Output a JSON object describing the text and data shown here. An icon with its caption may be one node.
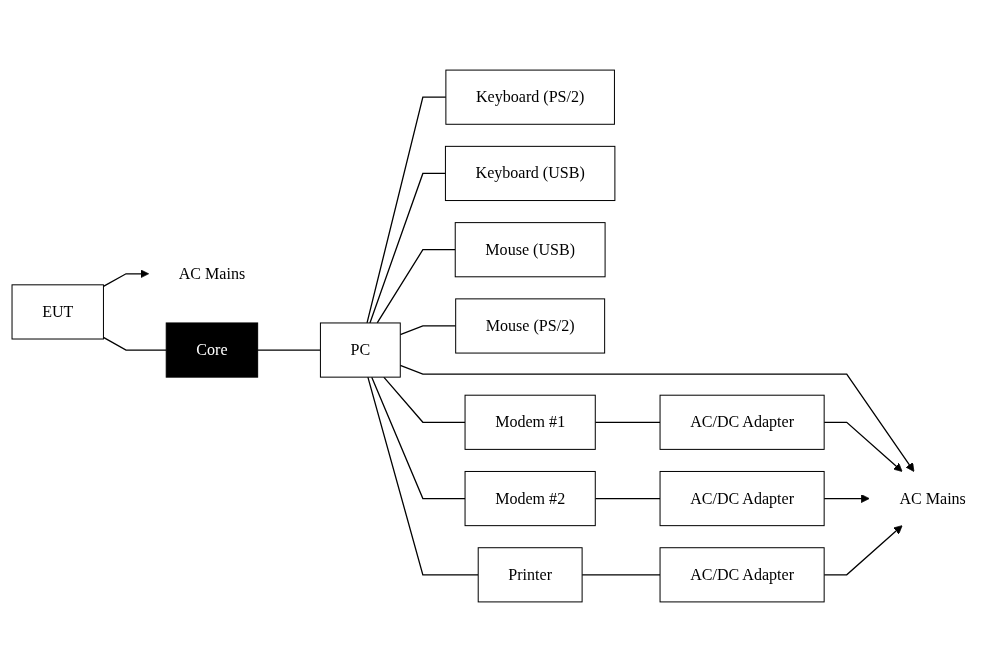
{
  "diagram": {
    "nodes": [
      {
        "text": [
          "AC Mains"
        ]
      },
      {
        "text": [
          "EUT"
        ]
      },
      {
        "text": [
          "Core"
        ]
      },
      {
        "text": [
          "PC"
        ]
      },
      {
        "text": [
          "Keyboard (PS/2)"
        ]
      },
      {
        "text": [
          "Keyboard (USB)"
        ]
      },
      {
        "text": [
          "Mouse (USB)"
        ]
      },
      {
        "text": [
          "Mouse (PS/2)"
        ]
      },
      {
        "text": [
          "Modem #1"
        ]
      },
      {
        "text": [
          "Modem #2"
        ]
      },
      {
        "text": [
          "Printer"
        ]
      },
      {
        "text": [
          "AC/DC Adapter"
        ]
      },
      {
        "text": [
          "AC/DC Adapter"
        ]
      },
      {
        "text": [
          "AC/DC Adapter"
        ]
      },
      {
        "text": [
          "AC Mains"
        ]
      }
    ],
    "edges": [
      {
        "from": 1,
        "to": 0,
        "arrow": "to"
      },
      {
        "from": 1,
        "to": 2,
        "arrow": "none"
      },
      {
        "from": 2,
        "to": 3,
        "arrow": "none"
      },
      {
        "from": 3,
        "to": 4,
        "arrow": "none"
      },
      {
        "from": 3,
        "to": 5,
        "arrow": "none"
      },
      {
        "from": 3,
        "to": 6,
        "arrow": "none"
      },
      {
        "from": 3,
        "to": 7,
        "arrow": "none"
      },
      {
        "from": 3,
        "to": 14,
        "arrow": "to"
      },
      {
        "from": 3,
        "to": 8,
        "arrow": "none"
      },
      {
        "from": 3,
        "to": 9,
        "arrow": "none"
      },
      {
        "from": 3,
        "to": 10,
        "arrow": "none"
      },
      {
        "from": 8,
        "to": 11,
        "arrow": "none"
      },
      {
        "from": 11,
        "to": 14,
        "arrow": "to"
      },
      {
        "from": 9,
        "to": 12,
        "arrow": "none"
      },
      {
        "from": 12,
        "to": 14,
        "arrow": "to"
      },
      {
        "from": 10,
        "to": 13,
        "arrow": "none"
      },
      {
        "from": 13,
        "to": 14,
        "arrow": "to"
      }
    ]
  }
}
